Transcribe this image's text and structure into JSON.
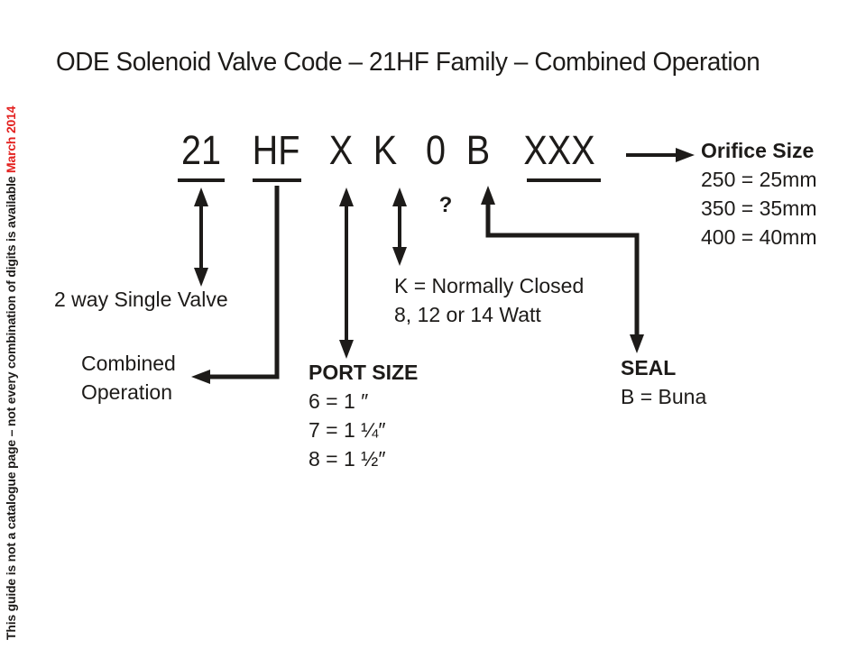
{
  "title": "ODE Solenoid Valve Code – 21HF Family – Combined Operation",
  "side_note": {
    "black_text": "This guide is not a catalogue page – not every combination of digits is available",
    "red_text": " March 2014"
  },
  "code": {
    "seg_21": "21",
    "seg_hf": "HF",
    "seg_x": "X",
    "seg_k": "K",
    "seg_0": "0",
    "seg_b": "B",
    "seg_xxx": "XXX",
    "question_mark": "?"
  },
  "callouts": {
    "two_way_valve": "2 way Single Valve",
    "combined_operation": {
      "line1": "Combined",
      "line2": "Operation"
    },
    "normally_closed": {
      "line1": "K = Normally Closed",
      "line2": "8, 12 or 14 Watt"
    },
    "port_size": {
      "title": "PORT SIZE",
      "items": [
        "6 = 1 ″",
        "7 = 1 ¼″",
        "8 = 1 ½″"
      ]
    },
    "seal": {
      "title": "SEAL",
      "value": "B = Buna"
    },
    "orifice": {
      "title": "Orifice Size",
      "items": [
        "250 = 25mm",
        "350 = 35mm",
        "400 = 40mm"
      ]
    }
  },
  "colors": {
    "text": "#1d1b19",
    "accent_red": "#e3211f",
    "background": "#ffffff"
  }
}
